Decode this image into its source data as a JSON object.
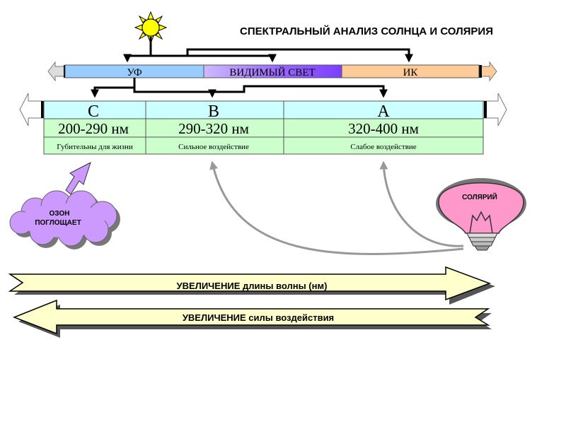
{
  "title": "СПЕКТРАЛЬНЫЙ АНАЛИЗ СОЛНЦА И СОЛЯРИЯ",
  "spectrum": {
    "bands": [
      {
        "label": "УФ",
        "color": "#99ccff"
      },
      {
        "label": "ВИДИМЫЙ СВЕТ",
        "color": "#9966ff"
      },
      {
        "label": "ИК",
        "color": "#ffcc99"
      }
    ]
  },
  "uv": {
    "columns": [
      {
        "letter": "C",
        "range": "200-290 нм",
        "effect": "Губительны для жизни"
      },
      {
        "letter": "B",
        "range": "290-320 нм",
        "effect": "Сильное воздействие"
      },
      {
        "letter": "A",
        "range": "320-400 нм",
        "effect": "Слабое воздействие"
      }
    ],
    "header_color": "#ccffff",
    "body_color": "#ccffcc"
  },
  "cloud": {
    "line1": "ОЗОН",
    "line2": "ПОГЛОЩАЕТ",
    "color": "#cc99ff"
  },
  "lamp": {
    "label": "СОЛЯРИЙ",
    "color": "#ff99cc"
  },
  "arrows": {
    "wavelength": "УВЕЛИЧЕНИЕ длины волны (нм)",
    "intensity": "УВЕЛИЧЕНИЕ силы воздействия",
    "fill": "#ffffcc"
  },
  "sun_color": "#ffff00"
}
